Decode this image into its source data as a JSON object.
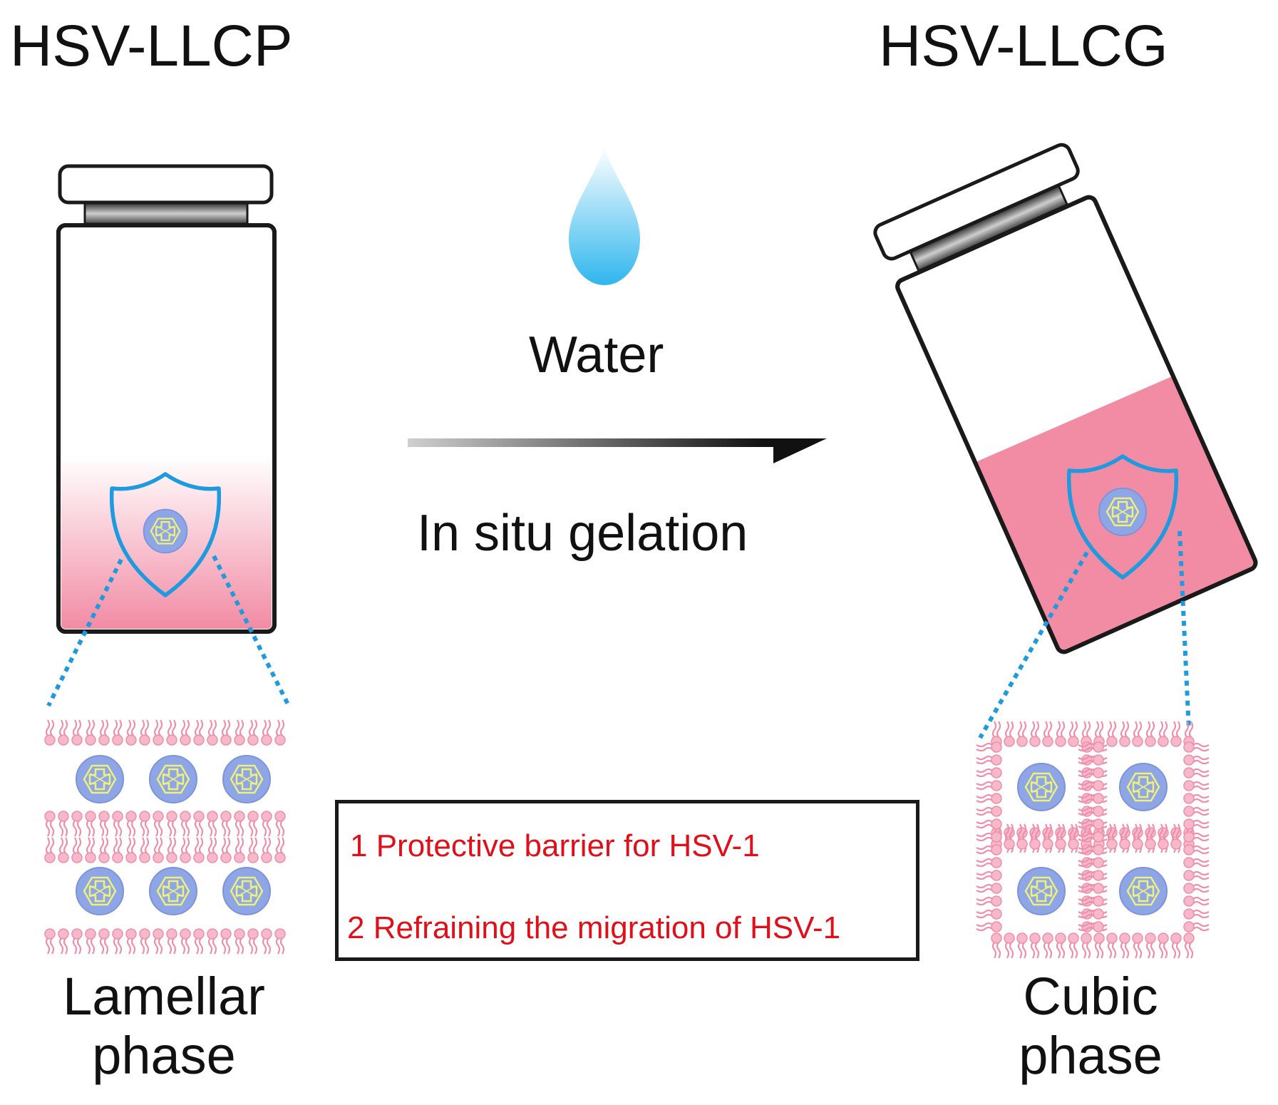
{
  "left_title": "HSV-LLCP",
  "right_title": "HSV-LLCG",
  "water_label": "Water",
  "process_label": "In situ gelation",
  "left_phase": [
    "Lamellar",
    "phase"
  ],
  "right_phase": [
    "Cubic",
    "phase"
  ],
  "notes": [
    "1 Protective barrier for HSV-1",
    "2 Refraining the migration of HSV-1"
  ],
  "colors": {
    "lipid_pink": "#f2a0b9",
    "gel_pink": "#f28ba4",
    "shield_blue": "#1e9bde",
    "virus_blue": "#8ea6e6",
    "virus_core": "#eef07a",
    "note_red": "#e0101a"
  }
}
